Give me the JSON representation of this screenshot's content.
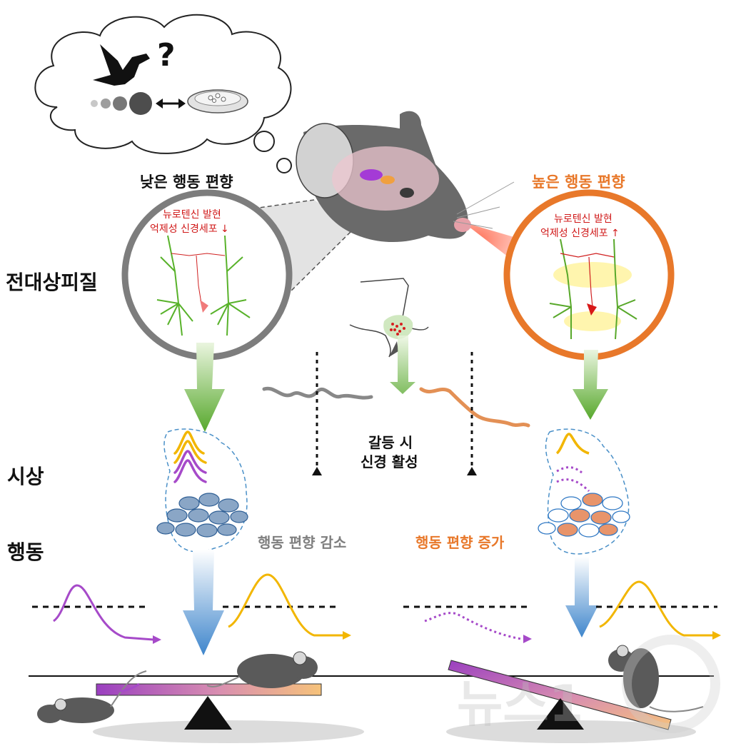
{
  "labels": {
    "low_bias": "낮은 행동 편향",
    "high_bias": "높은 행동 편향",
    "cortex": "전대상피질",
    "thalamus": "시상",
    "behavior": "행동",
    "neurotensin_low_line1": "뉴로텐신 발현",
    "neurotensin_low_line2": "억제성 신경세포 ↓",
    "neurotensin_high_line1": "뉴로텐신 발현",
    "neurotensin_high_line2": "억제성 신경세포 ↑",
    "conflict_line1": "갈등 시",
    "conflict_line2": "신경 활성",
    "bias_decrease": "행동 편향 감소",
    "bias_increase": "행동 편향 증가",
    "question_mark": "?",
    "watermark": "뉴스1"
  },
  "colors": {
    "low_accent": "#7f7f7f",
    "high_accent": "#e8782a",
    "neuron_green": "#4caf20",
    "yellow_wave": "#f2b600",
    "purple_wave": "#a64ac9",
    "blue_arrow": "#4a8fd0",
    "mouse_gray": "#555555"
  }
}
